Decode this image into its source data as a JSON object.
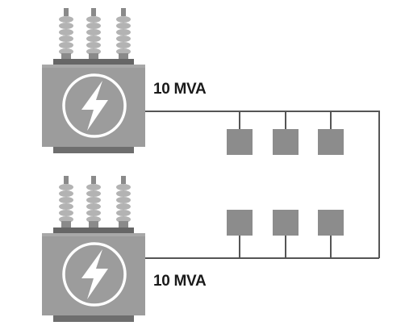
{
  "transformers": [
    {
      "id": "top",
      "rating_label": "10 MVA",
      "icon": "lightning-bolt-icon"
    },
    {
      "id": "bottom",
      "rating_label": "10 MVA",
      "icon": "lightning-bolt-icon"
    }
  ],
  "load_groups": [
    {
      "id": "upper",
      "count": 3
    },
    {
      "id": "lower",
      "count": 3
    }
  ],
  "colors": {
    "transformer_body": "#999999",
    "transformer_cap": "#666666",
    "bushing": "#b3b3b3",
    "bushing_dark": "#808080",
    "load_box": "#8c8c8c",
    "line": "#555555",
    "icon_stroke": "#ffffff",
    "label_text": "#1a1a1a"
  }
}
